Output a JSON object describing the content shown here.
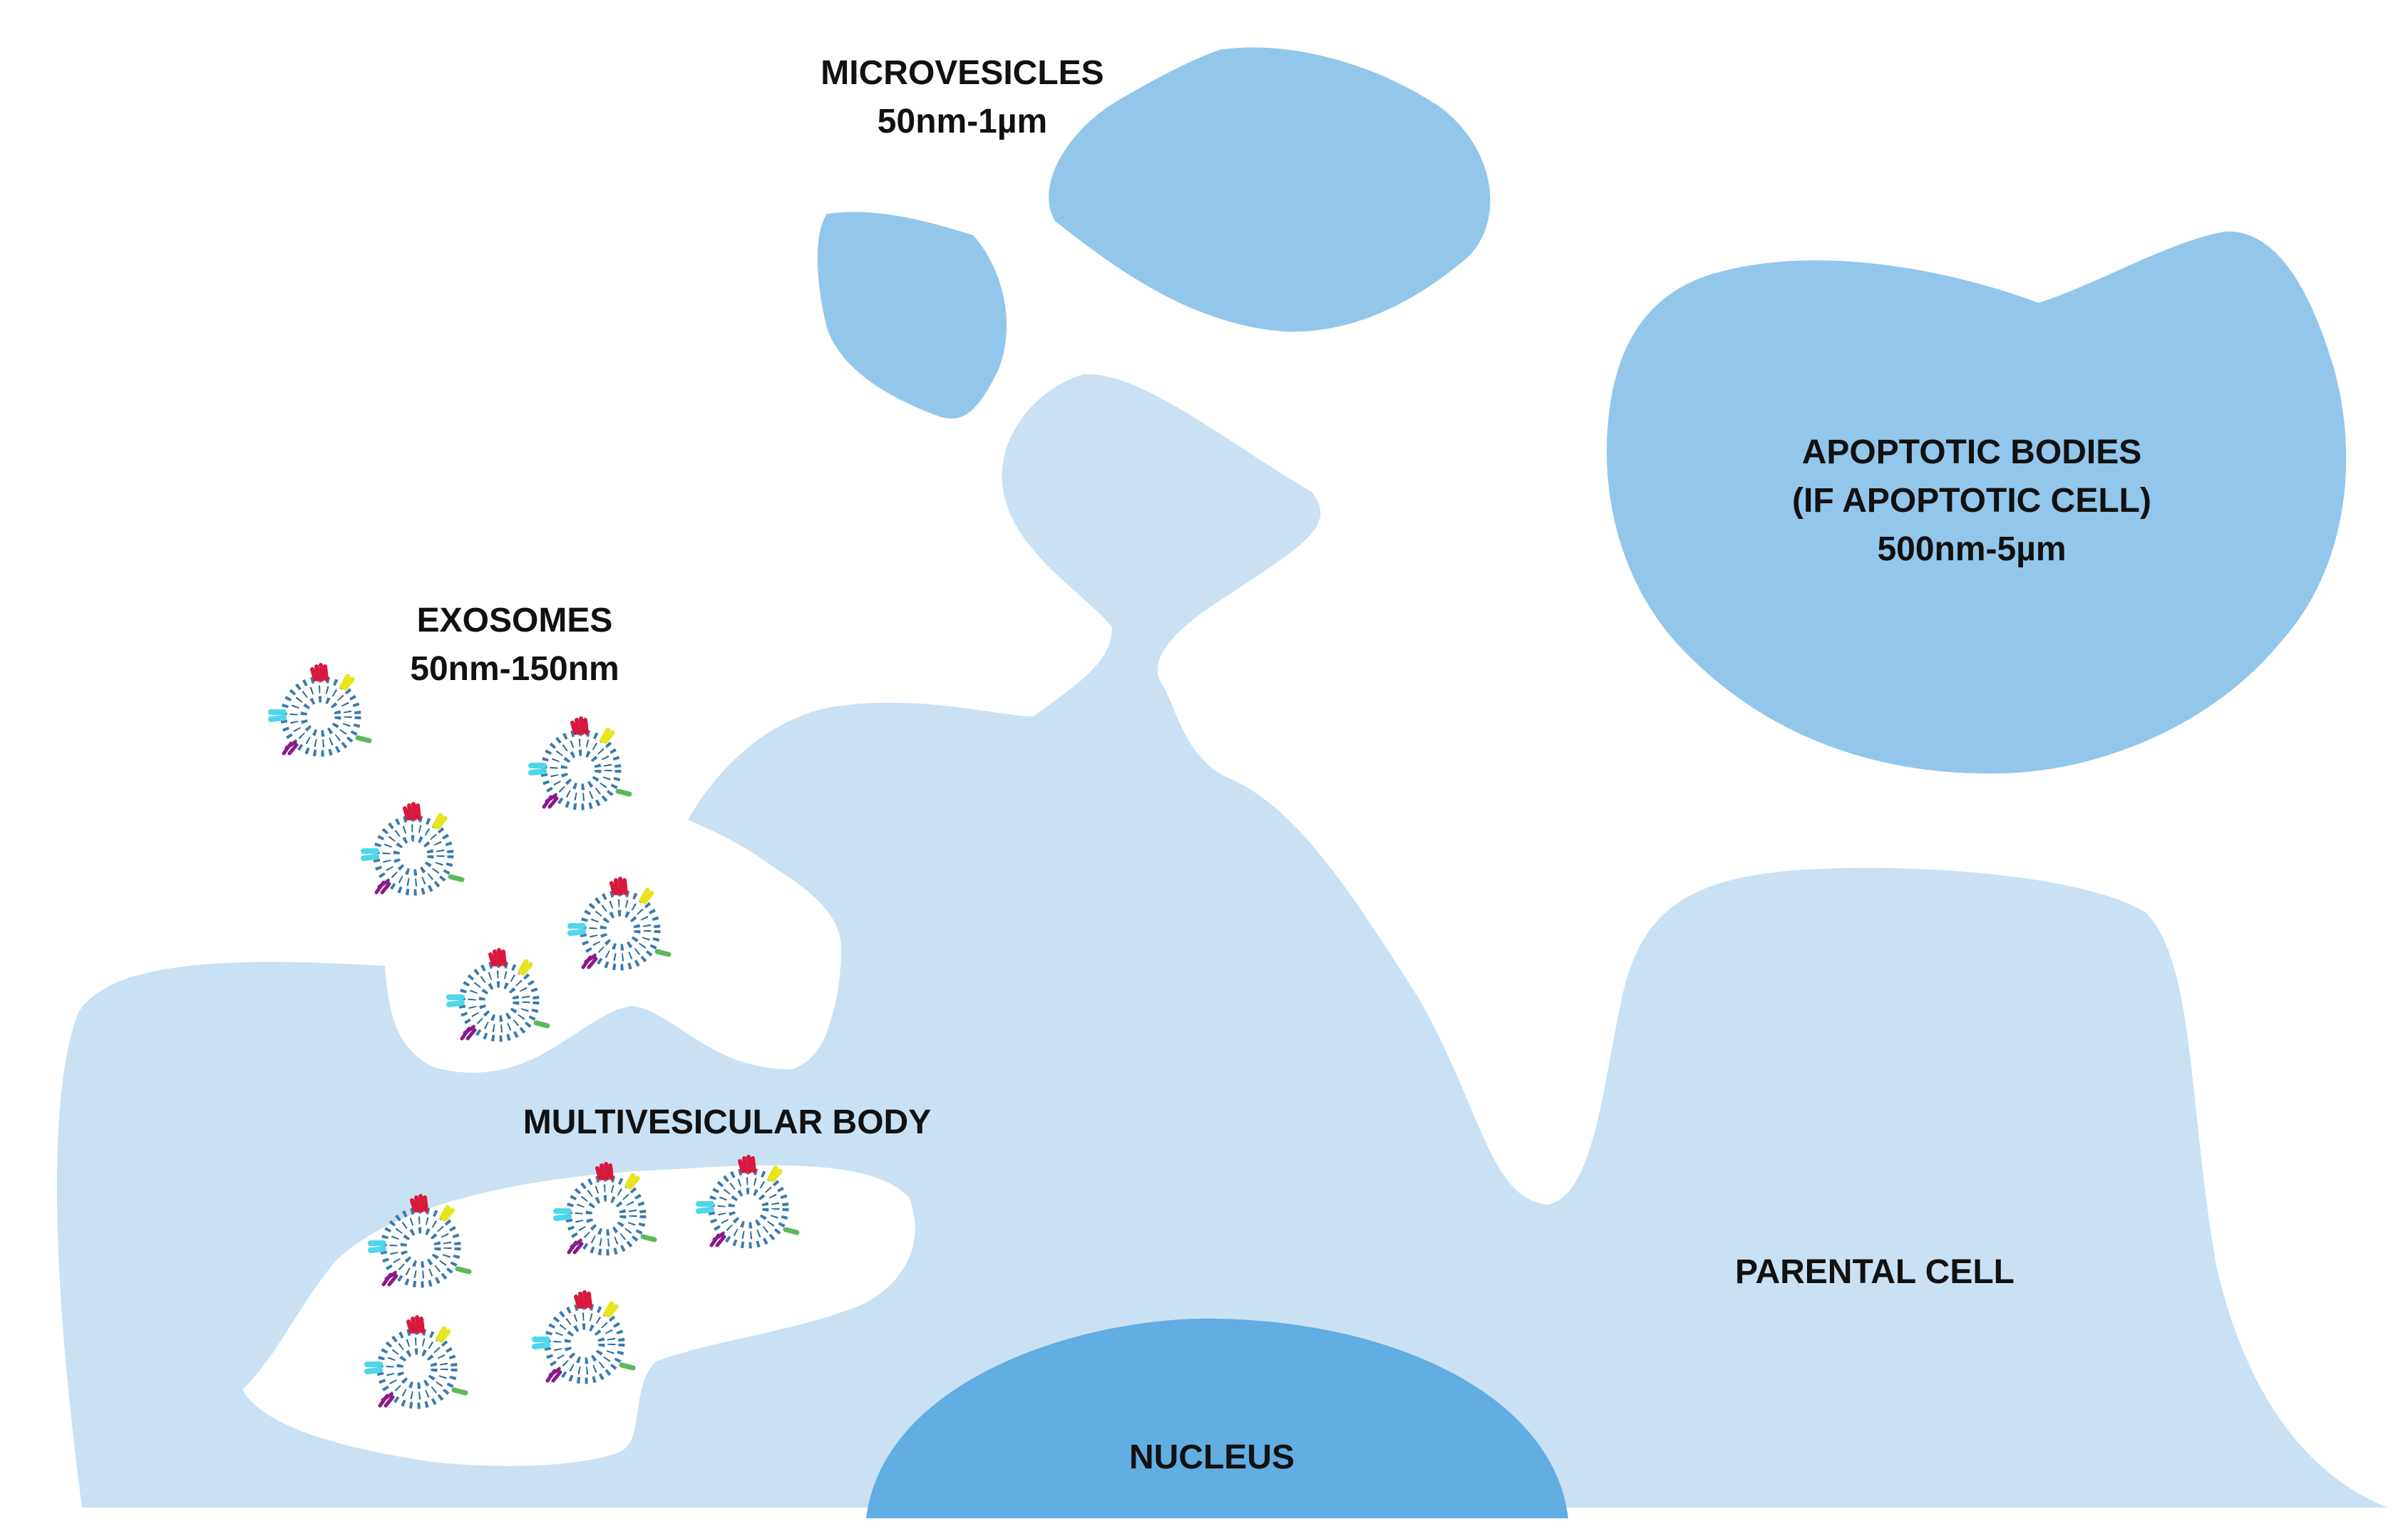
{
  "labels": {
    "microvesicles_name": "MICROVESICLES",
    "microvesicles_size": "50nm-1µm",
    "apoptotic_name": "APOPTOTIC BODIES",
    "apoptotic_condition": "(IF APOPTOTIC CELL)",
    "apoptotic_size": "500nm-5µm",
    "exosomes_name": "EXOSOMES",
    "exosomes_size": "50nm-150nm",
    "mvb_name": "MULTIVESICULAR BODY",
    "parental_cell": "PARENTAL CELL",
    "nucleus": "NUCLEUS"
  },
  "colors": {
    "cell": "#c9e1f3",
    "vesicle": "#93c6eb",
    "nucleus": "#62ade2",
    "membrane_head": "#3b7bb0",
    "membrane_tail": "#2b6c99",
    "protein_red": "#d7193d",
    "protein_yellow": "#e8e41d",
    "protein_cyan": "#4fd6ea",
    "protein_green": "#5cb85c",
    "protein_purple": "#8b1a88"
  },
  "icons": [
    "exosome-icon"
  ]
}
